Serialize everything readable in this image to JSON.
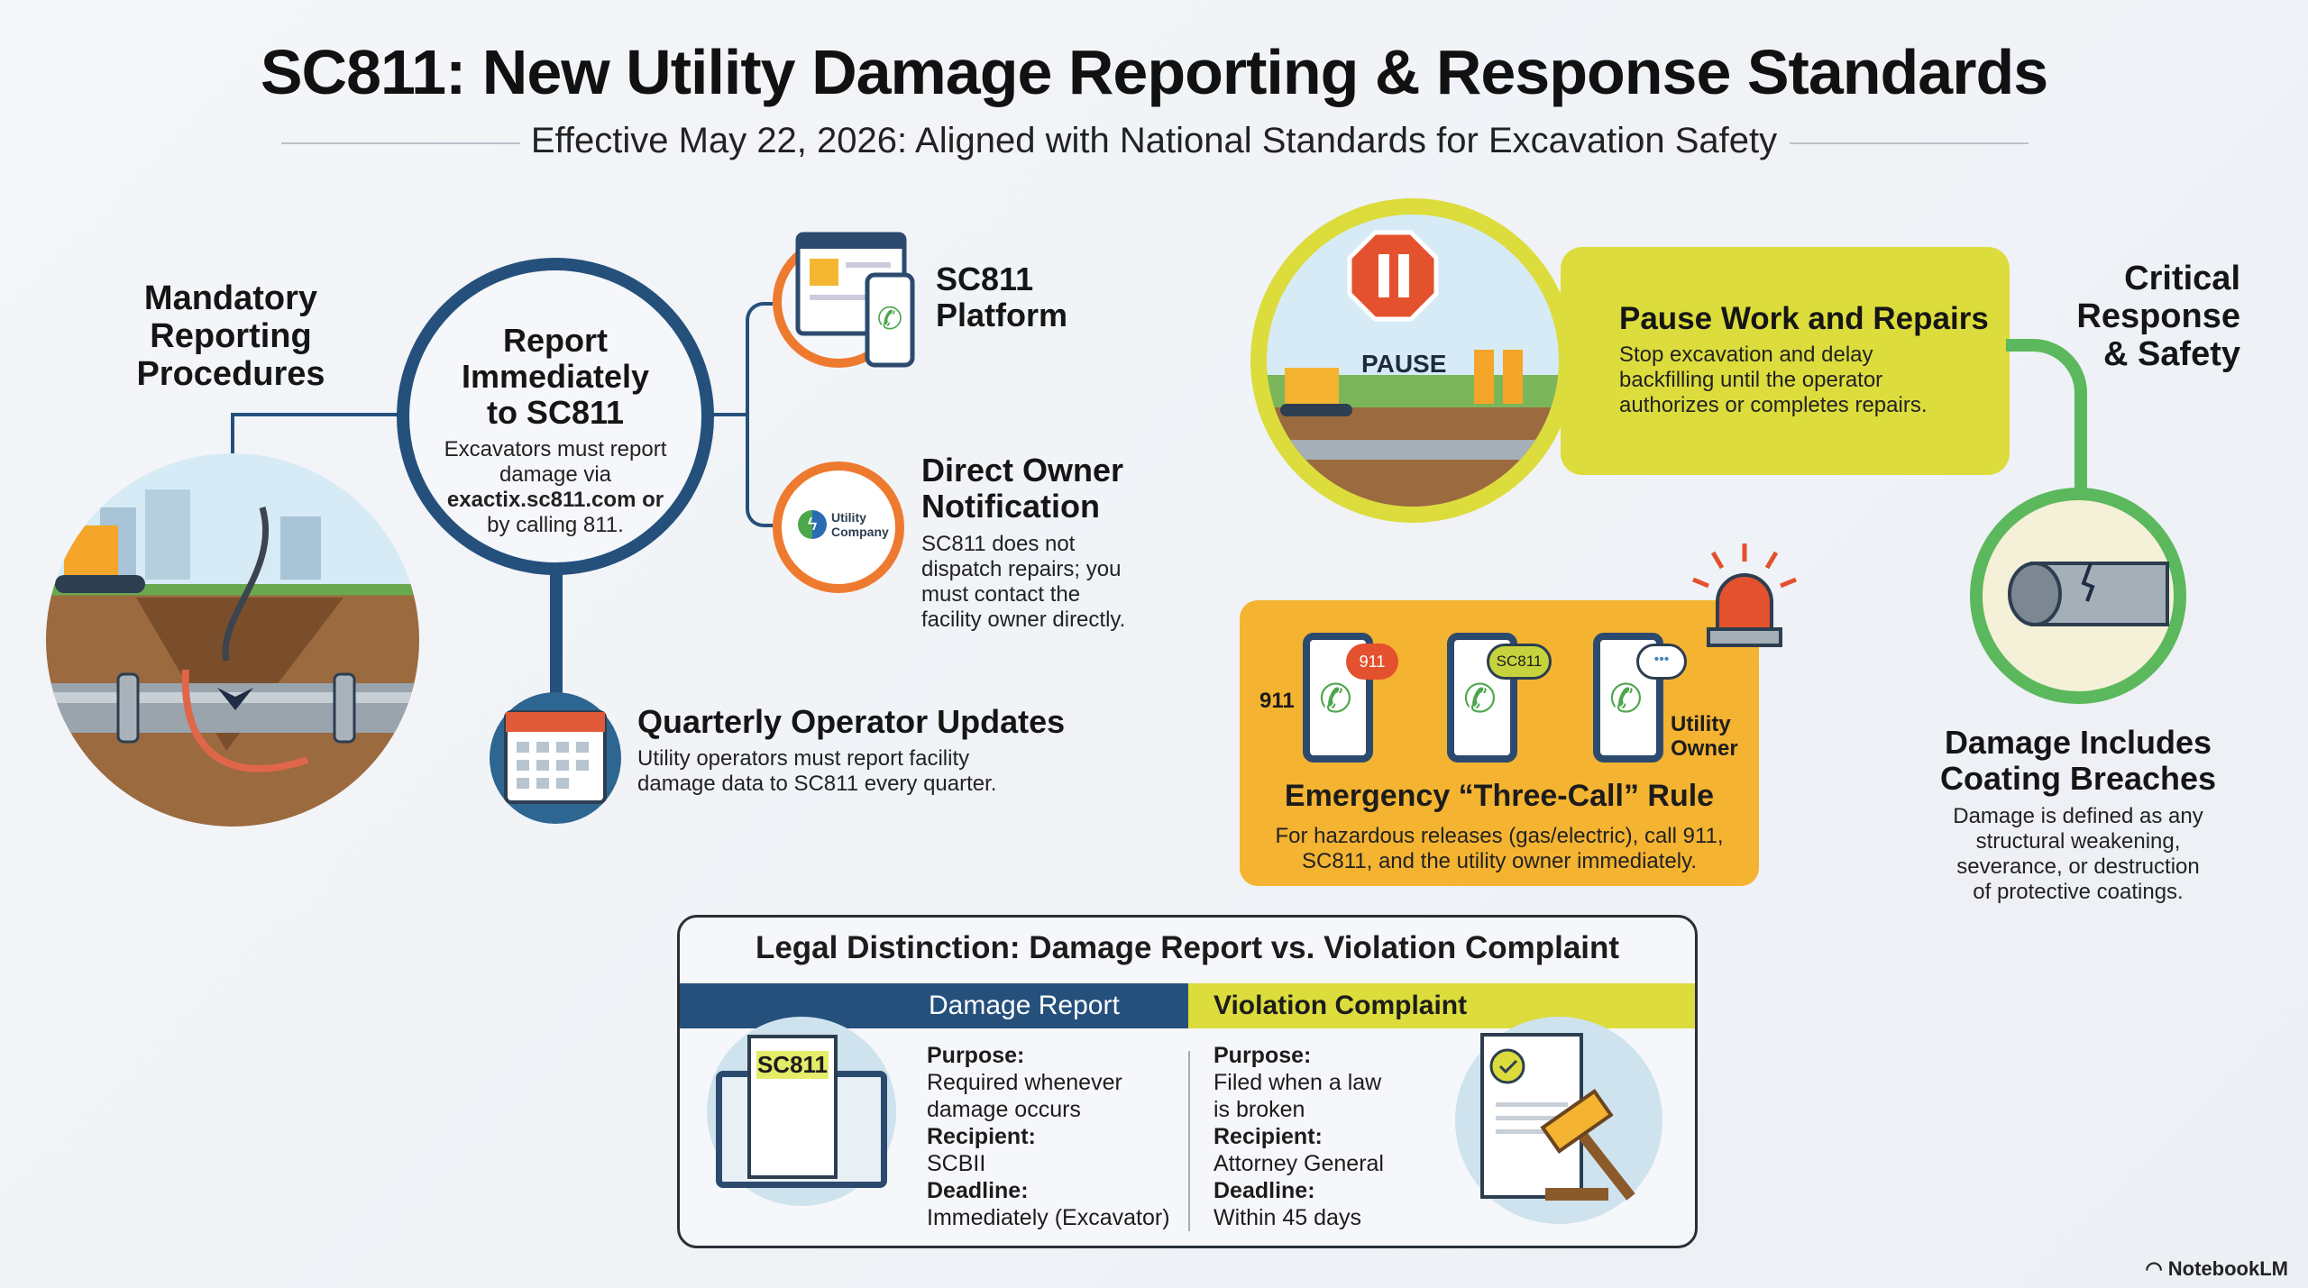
{
  "header": {
    "title": "SC811: New Utility Damage Reporting & Response Standards",
    "subtitle": "Effective May 22, 2026: Aligned with National Standards for Excavation Safety"
  },
  "left": {
    "section_title": [
      "Mandatory",
      "Reporting",
      "Procedures"
    ],
    "report": {
      "title": [
        "Report",
        "Immediately",
        "to SC811"
      ],
      "desc": [
        "Excavators must report",
        "damage via",
        "exactix.sc811.com or",
        "by calling 811."
      ]
    },
    "platform": {
      "title": [
        "SC811",
        "Platform"
      ]
    },
    "owner": {
      "logo_text": [
        "Utility",
        "Company"
      ],
      "title": [
        "Direct Owner",
        "Notification"
      ],
      "desc": [
        "SC811 does not",
        "dispatch repairs; you",
        "must contact the",
        "facility owner directly."
      ]
    },
    "quarterly": {
      "title": "Quarterly Operator Updates",
      "desc": [
        "Utility operators must report facility",
        "damage data to SC811 every quarter."
      ]
    }
  },
  "right": {
    "section_title": [
      "Critical",
      "Response",
      "& Safety"
    ],
    "pause": {
      "sign_text": "PAUSE",
      "title": "Pause Work and Repairs",
      "desc": [
        "Stop excavation and delay",
        "backfilling until the operator",
        "authorizes or completes repairs."
      ]
    },
    "three_call": {
      "label_911": "911",
      "bubble_911": "911",
      "bubble_sc811": "SC811",
      "label_owner": [
        "Utility",
        "Owner"
      ],
      "title": "Emergency “Three-Call” Rule",
      "desc": [
        "For hazardous releases (gas/electric), call 911,",
        "SC811, and the utility owner immediately."
      ]
    },
    "coating": {
      "title": [
        "Damage Includes",
        "Coating Breaches"
      ],
      "desc": [
        "Damage is defined as any",
        "structural weakening,",
        "severance, or destruction",
        "of protective coatings."
      ]
    }
  },
  "legal": {
    "title": "Legal Distinction: Damage Report vs. Violation Complaint",
    "damage_report": {
      "header": "Damage Report",
      "icon_text": "SC811",
      "purpose_label": "Purpose:",
      "purpose": [
        "Required whenever",
        "damage occurs"
      ],
      "recipient_label": "Recipient:",
      "recipient": "SCBII",
      "deadline_label": "Deadline:",
      "deadline": "Immediately (Excavator)"
    },
    "violation": {
      "header": "Violation Complaint",
      "purpose_label": "Purpose:",
      "purpose": [
        "Filed when a law",
        "is broken"
      ],
      "recipient_label": "Recipient:",
      "recipient": "Attorney General",
      "deadline_label": "Deadline:",
      "deadline": "Within 45 days"
    }
  },
  "footer": {
    "brand": "NotebookLM"
  },
  "colors": {
    "navy": "#25507c",
    "orange": "#ee7a30",
    "yellow": "#dcdc3c",
    "amber": "#f4b331",
    "green": "#5cb85c"
  }
}
